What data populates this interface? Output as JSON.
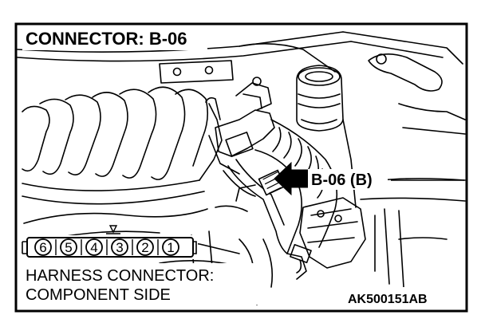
{
  "diagram": {
    "title": "CONNECTOR: B-06",
    "callout": "B-06 (B)",
    "pins": [
      "6",
      "5",
      "4",
      "3",
      "2",
      "1"
    ],
    "caption": {
      "line1": "HARNESS CONNECTOR:",
      "line2": "COMPONENT SIDE"
    },
    "figure_id": "AK500151AB"
  },
  "colors": {
    "ink": "#000000",
    "paper": "#ffffff"
  }
}
